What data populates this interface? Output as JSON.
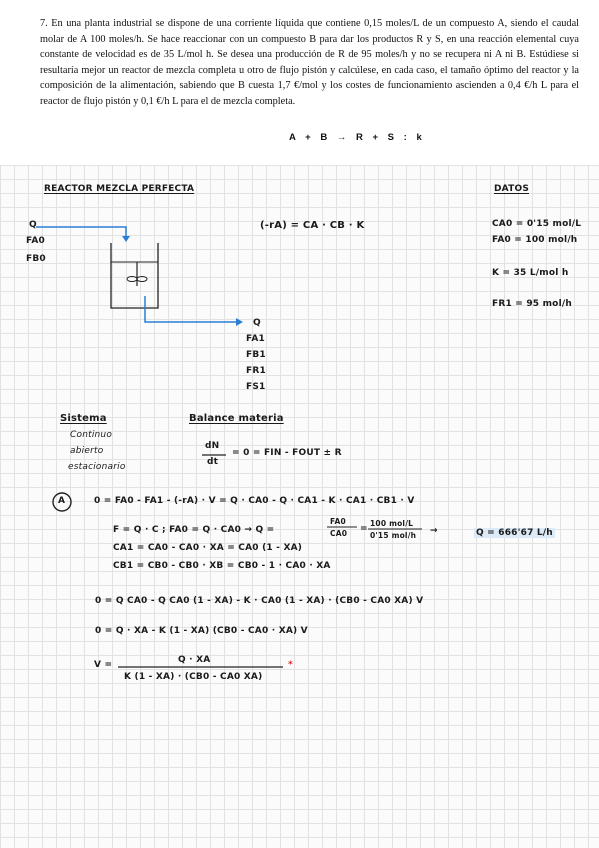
{
  "problem": {
    "text": "7. En una planta industrial se dispone de una corriente líquida que contiene 0,15 moles/L de un compuesto A, siendo el caudal molar de A 100 moles/h. Se hace reaccionar con un compuesto B para dar los productos R y S, en una reacción elemental cuya constante de velocidad es de 35 L/mol h. Se desea una producción de R de 95 moles/h y no se recupera ni A ni B. Estúdiese si resultaría mejor un reactor de mezcla completa u otro de flujo pistón y calcúlese, en cada caso, el tamaño óptimo del reactor y la composición de la alimentación, sabiendo que B cuesta 1,7 €/mol y los costes de funcionamiento ascienden a 0,4 €/h L para el reactor de flujo pistón y 0,1 €/h L para el de mezcla completa.",
    "reaction": "A + B → R + S : k"
  },
  "notes": {
    "title_reactor": "REACTOR MEZCLA PERFECTA",
    "title_datos": "DATOS",
    "rate_eq": "(-rA) = CA · CB · K",
    "inlet_q": "Q",
    "inlet_fa": "FA0",
    "inlet_fb": "FB0",
    "outlet": [
      "Q",
      "FA1",
      "FB1",
      "FR1",
      "FS1"
    ],
    "datos": [
      "CA0 = 0'15 mol/L",
      "FA0 = 100 mol/h",
      "K = 35 L/mol h",
      "FR1 = 95 mol/h"
    ],
    "sistema_title": "Sistema",
    "sistema_items": [
      "Continuo",
      "abierto",
      "estacionario"
    ],
    "balance_title": "Balance materia",
    "balance_num": "dN",
    "balance_den": "dt",
    "balance_eq": "= 0 = FIN - FOUT ± R",
    "label_a": "A",
    "eq1": "0 = FA0 - FA1 - (-rA) · V = Q · CA0 - Q · CA1 - K · CA1 · CB1 · V",
    "eq2a": "F = Q · C ;   FA0 = Q · CA0 →  Q =",
    "eq2_frac_num": "FA0",
    "eq2_frac_den": "CA0",
    "eq2_eq": "=",
    "eq2_num_val": "100 mol/L",
    "eq2_den_val": "0'15 mol/h",
    "eq2_arrow": "→",
    "eq2_result": "Q = 666'67 L/h",
    "eq3": "CA1 = CA0 - CA0 · XA  =  CA0 (1 - XA)",
    "eq4": "CB1 = CB0 - CB0 · XB  =  CB0 - 1 · CA0 · XA",
    "eq5": "0 = Q CA0 - Q CA0 (1 - XA) - K · CA0 (1 - XA) · (CB0 - CA0 XA) V",
    "eq6": "0 = Q · XA - K (1 - XA) (CB0 - CA0 · XA) V",
    "eq7_lhs": "V =",
    "eq7_num": "Q · XA",
    "eq7_den": "K (1 - XA) · (CB0 - CA0 XA)",
    "eq7_star": "*",
    "accent": "#2a7fd4",
    "star_color": "#d23030"
  }
}
